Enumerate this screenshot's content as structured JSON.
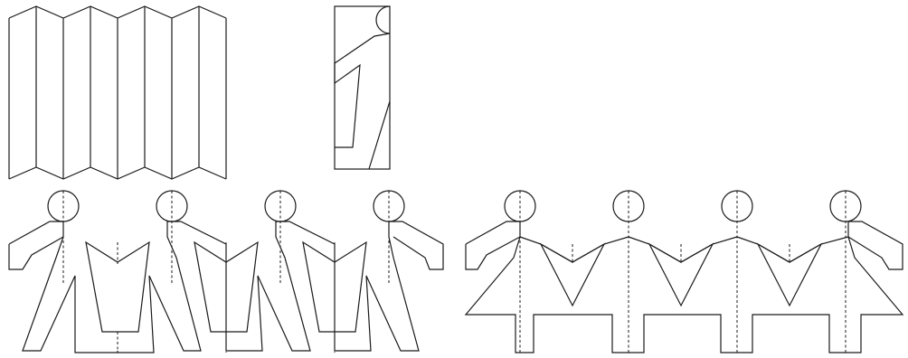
{
  "diagram": {
    "fold_panel_count": 8,
    "figure_rows": [
      {
        "id": "boy-chain",
        "figure_count": 4
      },
      {
        "id": "girl-chain",
        "figure_count": 4
      }
    ]
  }
}
